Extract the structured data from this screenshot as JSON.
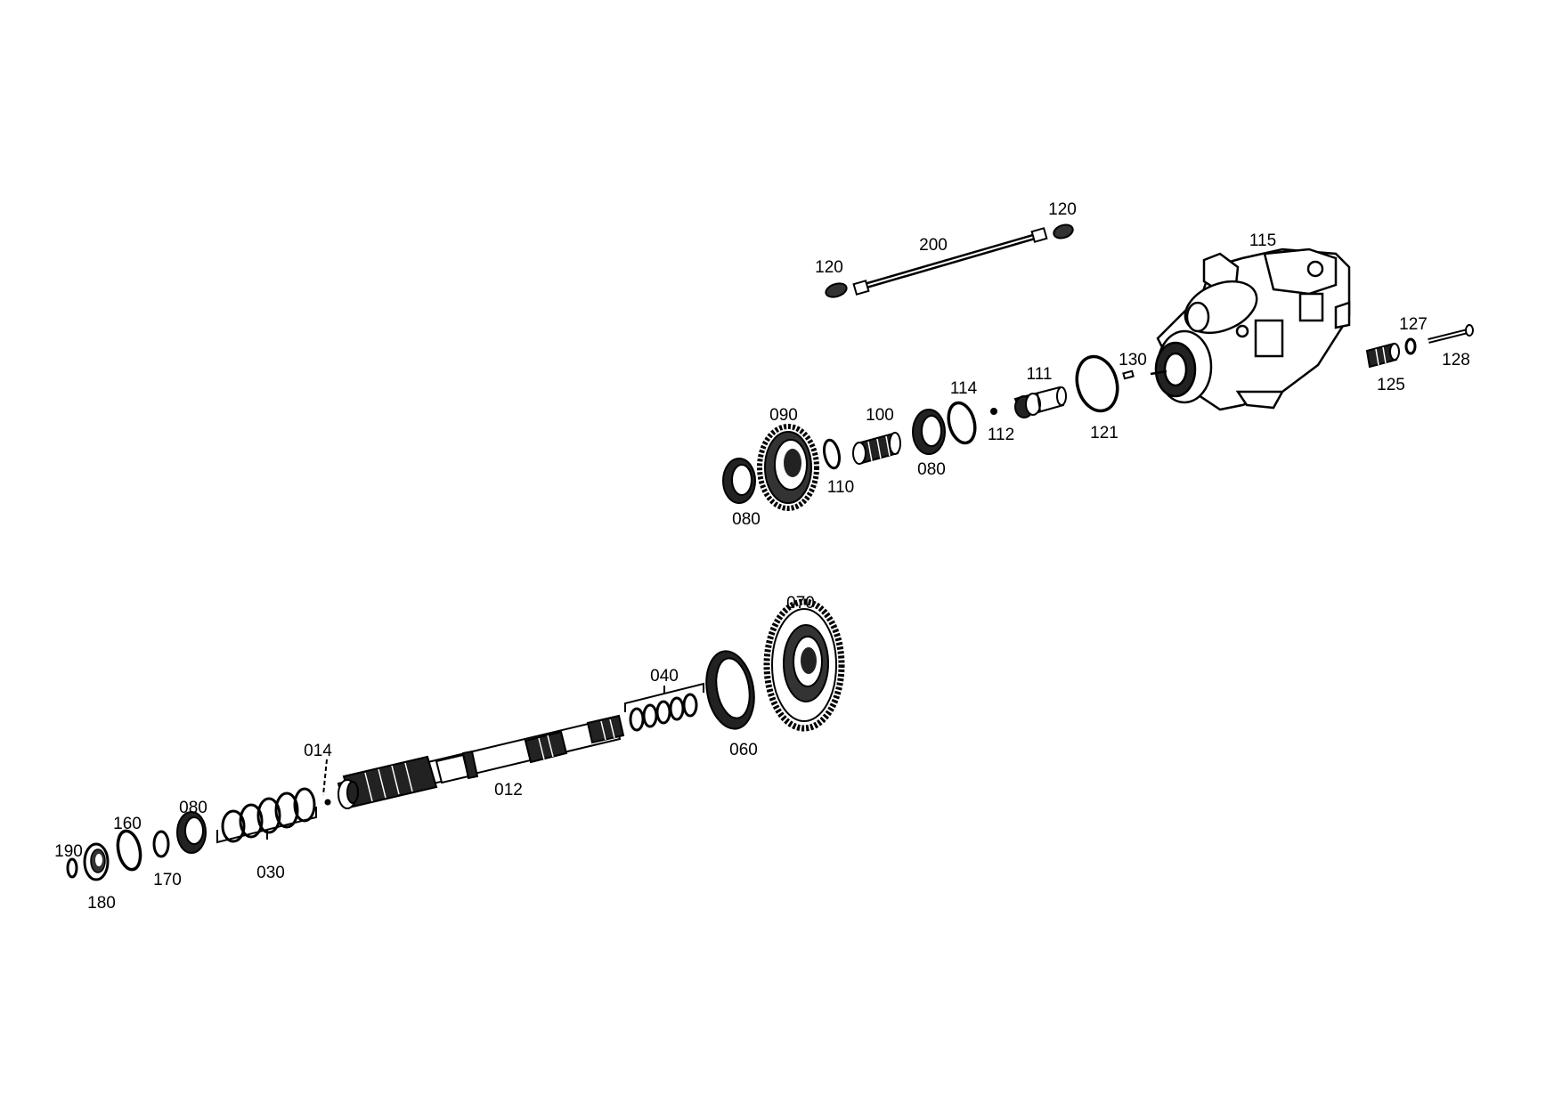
{
  "diagram": {
    "type": "exploded-parts-view",
    "parts": [
      {
        "id": "p120a",
        "label": "120",
        "kind": "plug"
      },
      {
        "id": "p200",
        "label": "200",
        "kind": "tube"
      },
      {
        "id": "p120b",
        "label": "120",
        "kind": "plug"
      },
      {
        "id": "p115",
        "label": "115",
        "kind": "housing"
      },
      {
        "id": "p127",
        "label": "127",
        "kind": "washer"
      },
      {
        "id": "p128",
        "label": "128",
        "kind": "bolt"
      },
      {
        "id": "p125",
        "label": "125",
        "kind": "plug"
      },
      {
        "id": "p130",
        "label": "130",
        "kind": "pin"
      },
      {
        "id": "p121",
        "label": "121",
        "kind": "o-ring"
      },
      {
        "id": "p111",
        "label": "111",
        "kind": "shaft"
      },
      {
        "id": "p112",
        "label": "112",
        "kind": "ball"
      },
      {
        "id": "p114",
        "label": "114",
        "kind": "snap-ring"
      },
      {
        "id": "p080a",
        "label": "080",
        "kind": "bearing"
      },
      {
        "id": "p100",
        "label": "100",
        "kind": "sleeve"
      },
      {
        "id": "p110",
        "label": "110",
        "kind": "snap-ring"
      },
      {
        "id": "p090",
        "label": "090",
        "kind": "gear"
      },
      {
        "id": "p080b",
        "label": "080",
        "kind": "bearing"
      },
      {
        "id": "p070",
        "label": "070",
        "kind": "gear"
      },
      {
        "id": "p060",
        "label": "060",
        "kind": "bearing"
      },
      {
        "id": "p040",
        "label": "040",
        "kind": "ring-set"
      },
      {
        "id": "p012",
        "label": "012",
        "kind": "shaft"
      },
      {
        "id": "p014",
        "label": "014",
        "kind": "ball"
      },
      {
        "id": "p030",
        "label": "030",
        "kind": "ring-set"
      },
      {
        "id": "p080c",
        "label": "080",
        "kind": "bearing"
      },
      {
        "id": "p160",
        "label": "160",
        "kind": "snap-ring"
      },
      {
        "id": "p170",
        "label": "170",
        "kind": "ring"
      },
      {
        "id": "p190",
        "label": "190",
        "kind": "ring"
      },
      {
        "id": "p180",
        "label": "180",
        "kind": "washer"
      }
    ]
  }
}
